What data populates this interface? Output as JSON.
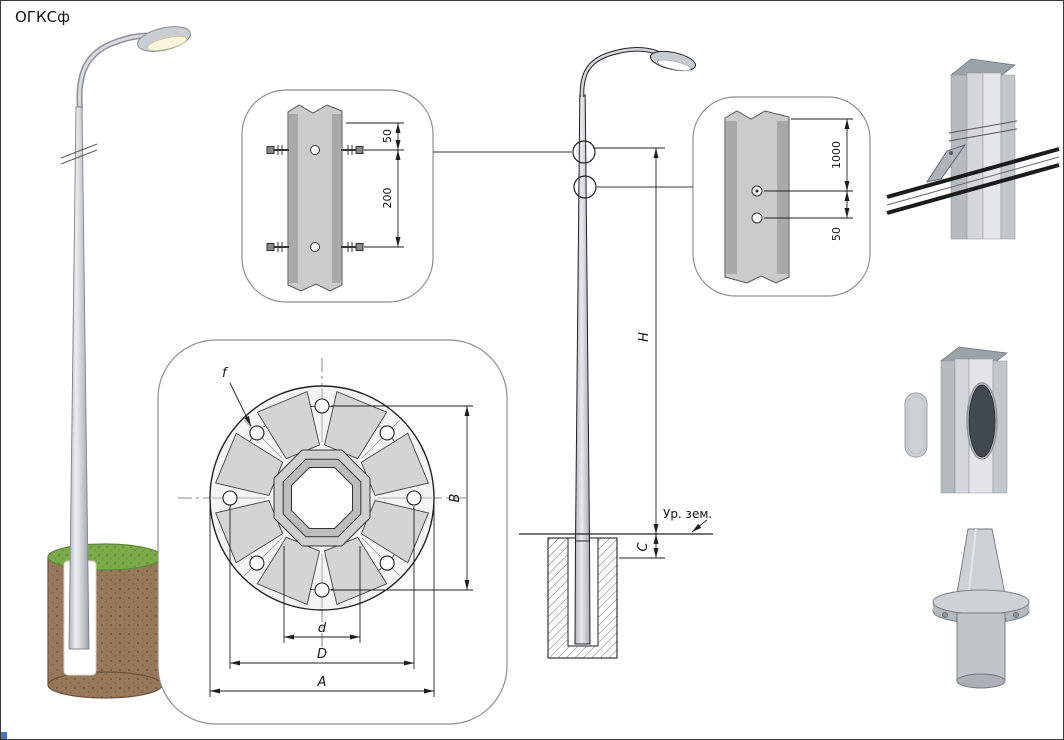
{
  "title": "ОГКСф",
  "elevation": {
    "H": "H",
    "C": "C",
    "ground_label": "Ур. зем."
  },
  "detail_top": {
    "dim_top": "50",
    "dim_bottom": "200"
  },
  "detail_right": {
    "dim_top": "1000",
    "dim_bottom": "50"
  },
  "flange": {
    "f": "f",
    "B": "B",
    "d": "d",
    "D": "D",
    "A": "A"
  },
  "colors": {
    "line": "#1f1f1f",
    "callout_stroke": "#8f8f8f",
    "steel_light": "#e8eaec",
    "steel_mid": "#c7ccd1",
    "steel_dark": "#9aa1a8",
    "grass": "#7cab4c",
    "soil": "#97795a",
    "cable": "#1b1b1b"
  }
}
